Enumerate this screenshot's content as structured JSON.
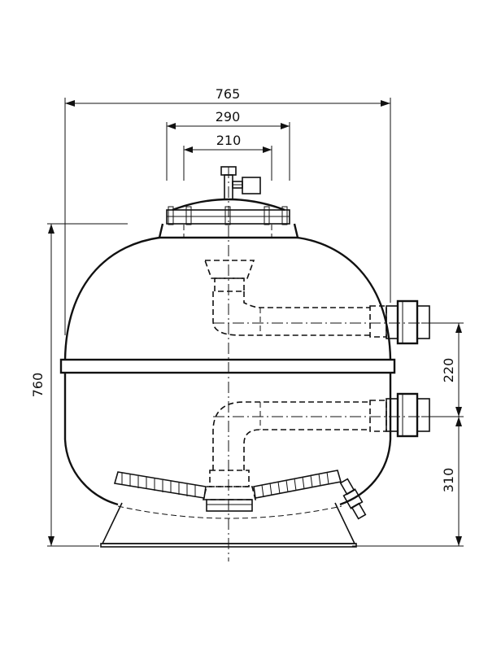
{
  "dimensions": {
    "overall_width": "765",
    "flange_width": "290",
    "lid_width": "210",
    "overall_height": "760",
    "port_spacing": "220",
    "bottom_port_height": "310"
  }
}
